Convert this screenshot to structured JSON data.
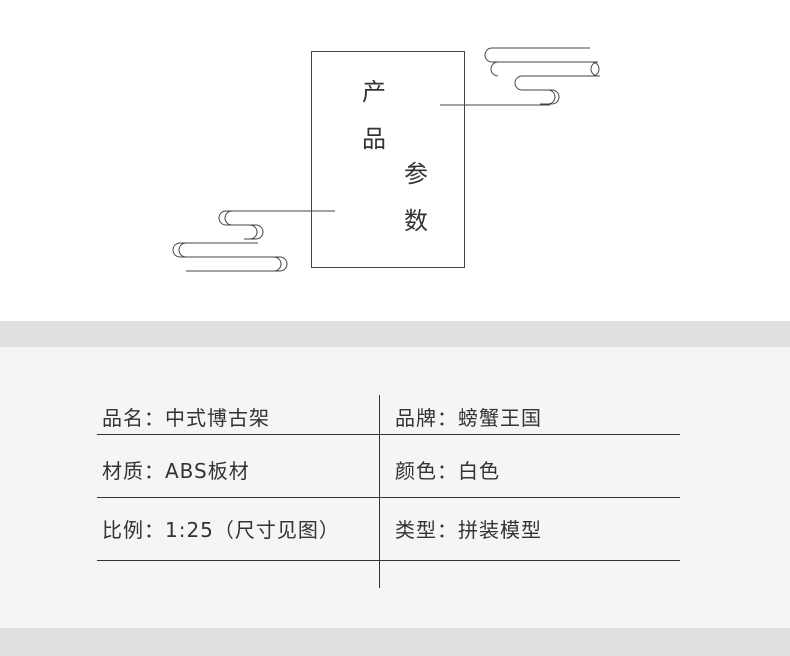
{
  "title": {
    "chars": [
      "产",
      "品",
      "参",
      "数"
    ]
  },
  "specs": [
    {
      "left": "品名：中式博古架",
      "right": "品牌：螃蟹王国"
    },
    {
      "left": "材质：ABS板材",
      "right": "颜色：白色"
    },
    {
      "left": "比例：1:25（尺寸见图）",
      "right": "类型：拼装模型"
    }
  ],
  "colors": {
    "line": "#333333",
    "band": "#e0e0e0",
    "panel": "#f5f5f5",
    "background": "#ffffff"
  }
}
